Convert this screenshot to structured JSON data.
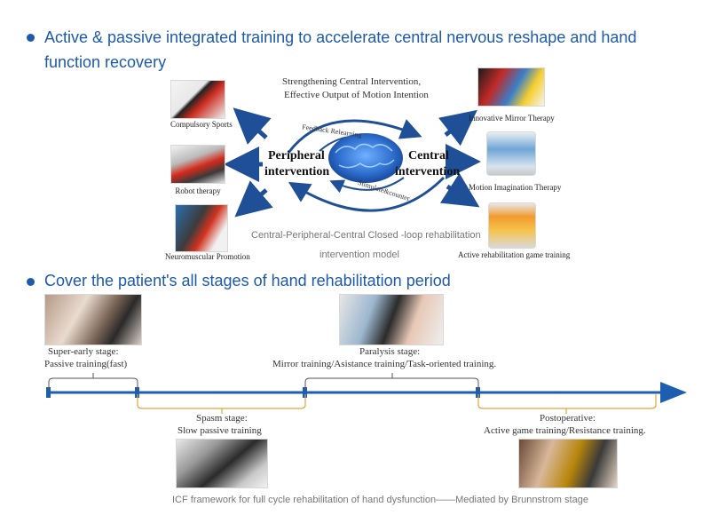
{
  "section1": {
    "heading_line1": "Active & passive integrated training to accelerate central nervous reshape and hand",
    "heading_line2": "function recovery",
    "top_caption_line1": "Strengthening Central Intervention,",
    "top_caption_line2": "Effective Output of Motion Intention",
    "peripheral_line1": "Peripheral",
    "peripheral_line2": "intervention",
    "central_line1": "Central",
    "central_line2": "intervention",
    "feedback_label": "Feedback Relearning",
    "stimulate_label": "Stimulate&counter",
    "model_caption_line1": "Central-Peripheral-Central Closed -loop rehabilitation",
    "model_caption_line2": "intervention model",
    "left_items": [
      "Compulsory Sports",
      "Robot therapy",
      "Neuromuscular Promotion"
    ],
    "right_items": [
      "Innovative Mirror Therapy",
      "Motion Imagination Therapy",
      "Active rehabilitation game training"
    ]
  },
  "section2": {
    "heading": "Cover the patient's all stages of hand rehabilitation period",
    "stages_top": [
      {
        "line1": "Super-early stage:",
        "line2": "Passive training(fast)"
      },
      {
        "line1": "Paralysis stage:",
        "line2": "Mirror training/Asistance training/Task-oriented training."
      }
    ],
    "stages_bottom": [
      {
        "line1": "Spasm stage:",
        "line2": "Slow passive training"
      },
      {
        "line1": "Postoperative:",
        "line2": "Active game training/Resistance training."
      }
    ],
    "footer": "ICF framework for full cycle rehabilitation of hand dysfunction——Mediated by Brunnstrom stage"
  },
  "colors": {
    "heading_blue": "#1d5aa8",
    "arrow_blue": "#1f4f96",
    "timeline_blue": "#1e5eb0",
    "orange_bracket": "#e5a43a"
  }
}
